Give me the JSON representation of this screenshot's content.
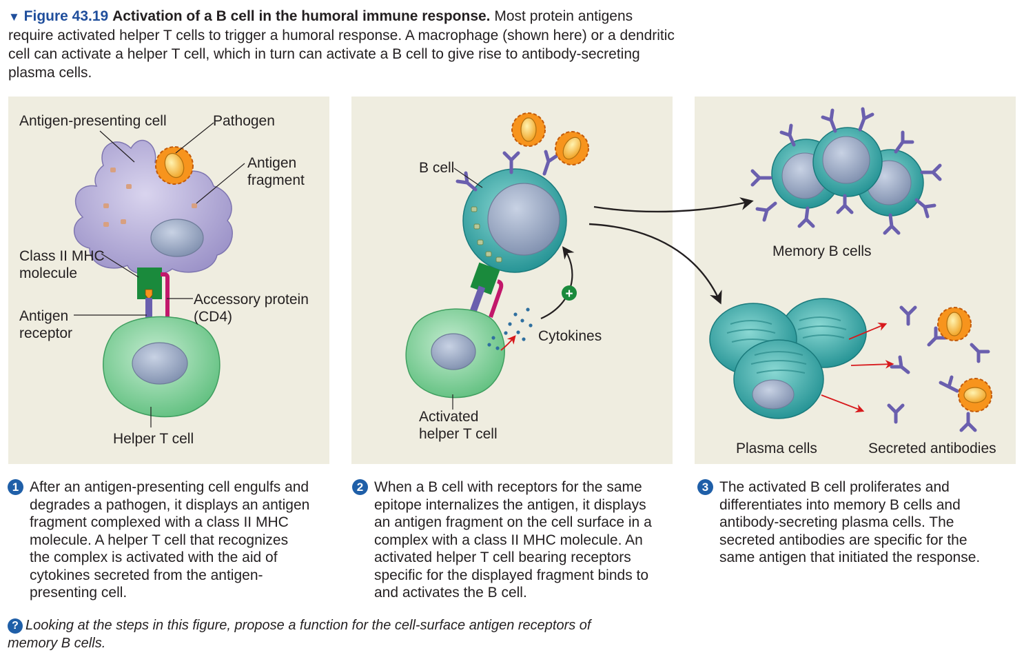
{
  "caption": {
    "figure_number": "Figure 43.19",
    "title": "Activation of a B cell in the humoral immune response.",
    "body": "Most protein antigens require activated helper T cells to trigger a humoral response. A macrophage (shown here) or a dendritic cell can activate a helper T cell, which in turn can activate a B cell to give rise to antibody-secreting plasma cells."
  },
  "panel1": {
    "labels": {
      "apc": "Antigen-presenting cell",
      "pathogen": "Pathogen",
      "antigen_fragment_1": "Antigen",
      "antigen_fragment_2": "fragment",
      "mhc_1": "Class II MHC",
      "mhc_2": "molecule",
      "receptor_1": "Antigen",
      "receptor_2": "receptor",
      "accessory_1": "Accessory protein",
      "accessory_2": "(CD4)",
      "helper": "Helper T cell"
    }
  },
  "panel2": {
    "labels": {
      "bcell": "B cell",
      "cytokines": "Cytokines",
      "activated_1": "Activated",
      "activated_2": "helper T cell",
      "plus": "+"
    }
  },
  "panel3": {
    "labels": {
      "memory": "Memory B cells",
      "plasma": "Plasma cells",
      "antibodies": "Secreted antibodies"
    }
  },
  "steps": [
    {
      "num": "1",
      "text": "After an antigen-presenting cell engulfs and degrades a pathogen, it displays an antigen fragment complexed with a class II MHC molecule. A helper T cell that recognizes the complex is activated with the aid of cytokines secreted from the antigen-presenting cell."
    },
    {
      "num": "2",
      "text": "When a B cell with receptors for the same epitope internalizes the antigen, it displays an antigen fragment on the cell surface in a complex with a class II MHC molecule. An activated helper T cell bearing receptors specific for the displayed fragment binds to and activates the B cell."
    },
    {
      "num": "3",
      "text": "The activated B cell proliferates and differentiates into memory B cells and antibody-secreting plasma cells. The secreted antibodies are specific for the same antigen that initiated the response."
    }
  ],
  "question": {
    "icon": "?",
    "text": "Looking at the steps in this figure, propose a function for the cell-surface antigen receptors of memory B cells."
  },
  "colors": {
    "accent_blue": "#1f5fa8",
    "panel_bg": "#efede0",
    "apc_purple": "#b3acd6",
    "helper_green": "#8dd4a3",
    "bcell_teal": "#3fb3b3",
    "antibody_purple": "#6a5fae",
    "mhc_green": "#1a8a3c",
    "cd4_magenta": "#c2186b",
    "arrow_red": "#d7191c"
  }
}
